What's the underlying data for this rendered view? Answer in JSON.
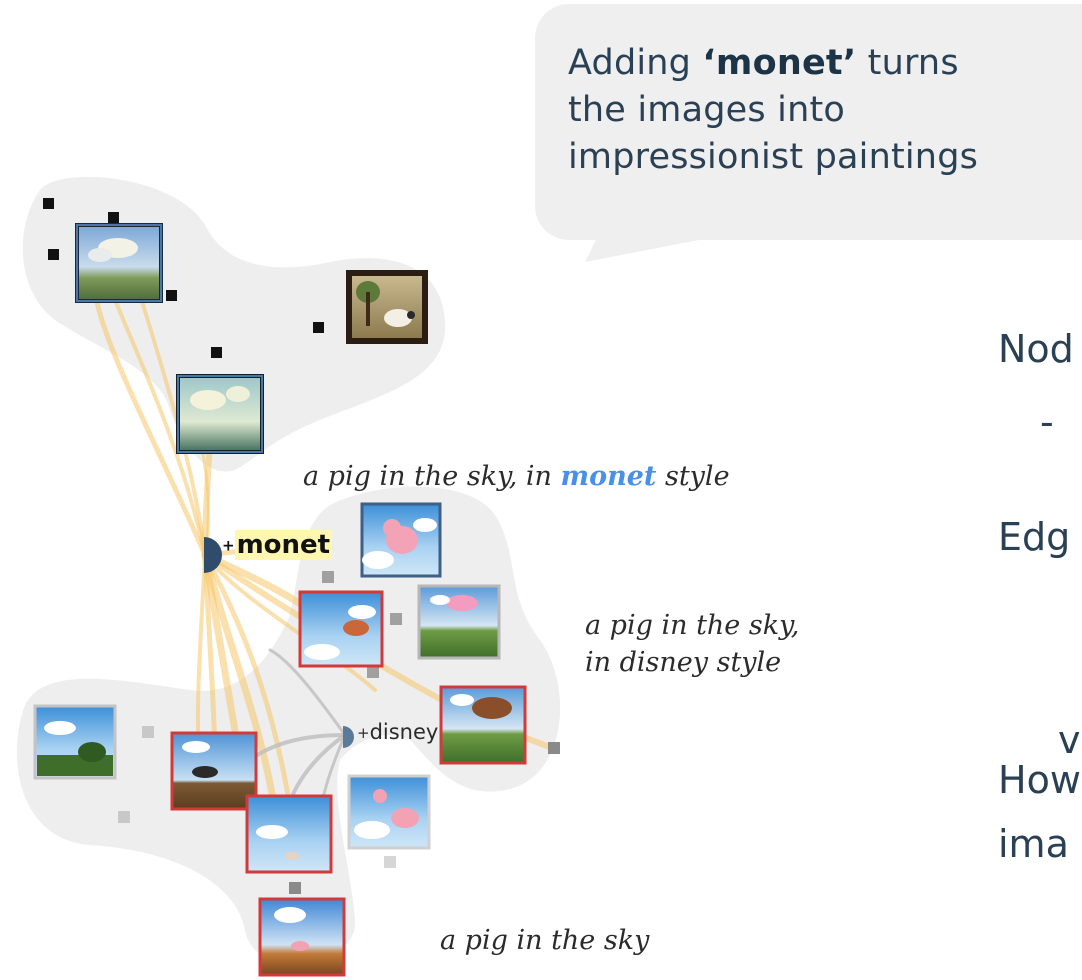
{
  "callout": {
    "line1_prefix": "Adding ",
    "line1_bold": "‘monet’",
    "line1_suffix": " turns",
    "line2": "the images into",
    "line3": "impressionist paintings"
  },
  "captions": {
    "monet_prefix": "a pig in the sky, in ",
    "monet_word": "monet",
    "monet_suffix": " style",
    "disney_line1": "a pig in the sky,",
    "disney_line2": "in disney style",
    "base": "a pig in the sky"
  },
  "nodes": {
    "monet_plus": "+",
    "monet_word": "monet",
    "disney_plus": "+",
    "disney_word": "disney"
  },
  "right_panel": {
    "line1": "Nod",
    "line2": "-",
    "line3": "Edg",
    "line4": "v",
    "line5": "How",
    "line6": "ima"
  },
  "colors": {
    "cluster": "#eeeeee",
    "edge_active": "#f5c66a",
    "edge_inactive": "#bdbdbd",
    "frame_blue": "#4a76a8",
    "frame_red": "#d23a3a",
    "highlight": "#4a8fe8"
  },
  "thumbnails": [
    {
      "name": "monet-clouds-field-thumbnail",
      "frame": "blue"
    },
    {
      "name": "sheep-painting-thumbnail",
      "frame": "dark"
    },
    {
      "name": "monet-sky-landscape-thumbnail",
      "frame": "blue"
    },
    {
      "name": "disney-pig-in-clouds-thumbnail",
      "frame": "blue"
    },
    {
      "name": "disney-flying-pig-thumbnail",
      "frame": "red"
    },
    {
      "name": "pink-pig-over-field-thumbnail",
      "frame": "grey"
    },
    {
      "name": "brown-pig-over-hills-thumbnail",
      "frame": "red"
    },
    {
      "name": "blue-sky-trees-thumbnail",
      "frame": "grey"
    },
    {
      "name": "pig-over-field-thumbnail",
      "frame": "red"
    },
    {
      "name": "cartoon-pigs-clouds-thumbnail",
      "frame": "grey"
    },
    {
      "name": "small-pig-in-sky-thumbnail",
      "frame": "red"
    },
    {
      "name": "pig-over-hill-thumbnail",
      "frame": "red"
    }
  ]
}
